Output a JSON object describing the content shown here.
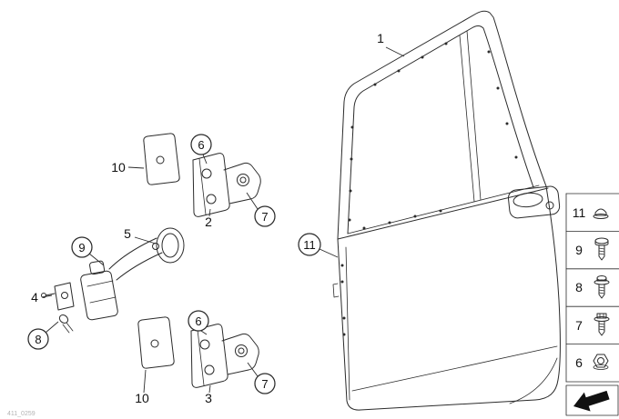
{
  "colors": {
    "background": "#ffffff",
    "line": "#2b2b2b",
    "arrow_fill": "#111111"
  },
  "callouts": {
    "n1": "1",
    "n2": "2",
    "n3": "3",
    "n4": "4",
    "n5": "5",
    "n6_upper": "6",
    "n6_lower": "6",
    "n7_upper": "7",
    "n7_lower": "7",
    "n8": "8",
    "n9": "9",
    "n10_upper": "10",
    "n10_lower": "10",
    "n11": "11"
  },
  "legend": {
    "items": [
      {
        "label": "11",
        "icon": "cap-nut-icon"
      },
      {
        "label": "9",
        "icon": "pan-head-screw-icon"
      },
      {
        "label": "8",
        "icon": "washer-screw-icon"
      },
      {
        "label": "7",
        "icon": "hex-flange-bolt-icon"
      },
      {
        "label": "6",
        "icon": "hex-flange-nut-icon"
      }
    ]
  },
  "footer": {
    "diagram_code": "411_0259"
  }
}
